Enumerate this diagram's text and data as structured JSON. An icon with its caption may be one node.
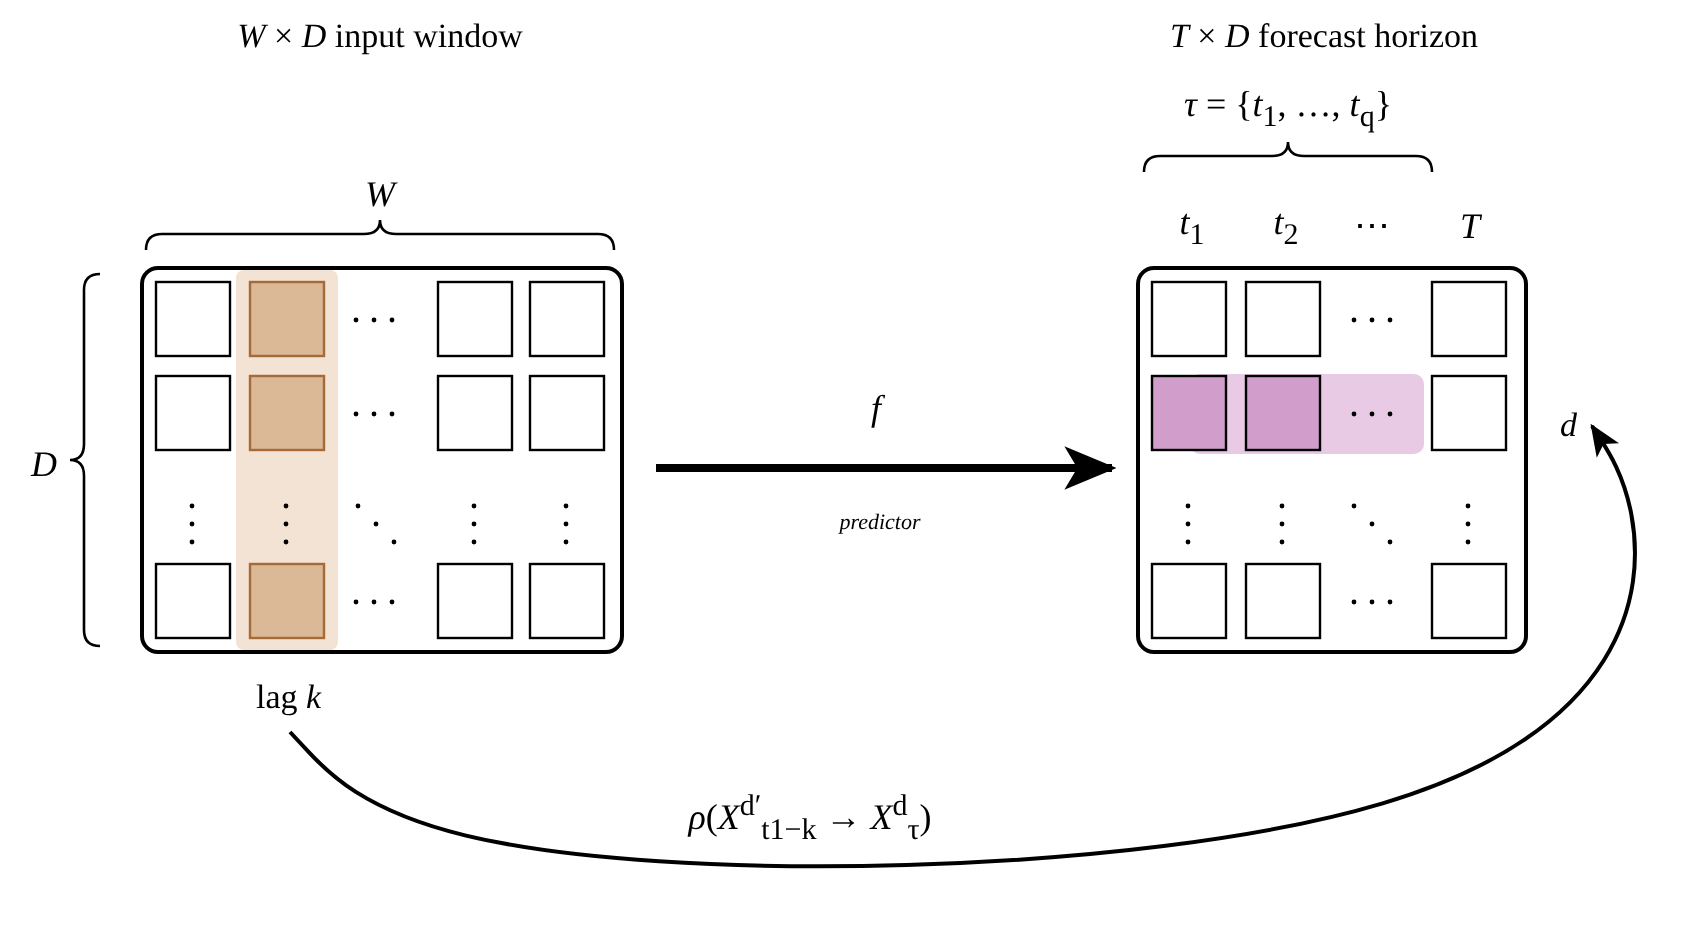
{
  "diagram": {
    "nodes": [
      {
        "text": [],
        "shape": "box"
      },
      {
        "text": [],
        "shape": "box"
      },
      {
        "text": [
          "lag *k*"
        ]
      },
      {
        "text": [
          "d"
        ]
      }
    ],
    "edges": [
      {
        "from": 0,
        "to": 1,
        "arrow": "to",
        "label": "f",
        "style": "thick"
      },
      {
        "from": 2,
        "to": 3,
        "arrow": "to",
        "label": "*ρ*(*X*$^{d′}$$_{t1−k}$ → *X*$^{d}$$_{τ}$)"
      }
    ],
    "labels": [
      "*W* × *D* input window",
      "*T* × *D* forecast horizon",
      "W",
      "D",
      "*τ* = {*t*$_{1}$, …, *t*$_{q}$}",
      "*t*$_{1}$",
      "*t*$_{2}$",
      "⋯",
      "T",
      "predictor"
    ]
  }
}
